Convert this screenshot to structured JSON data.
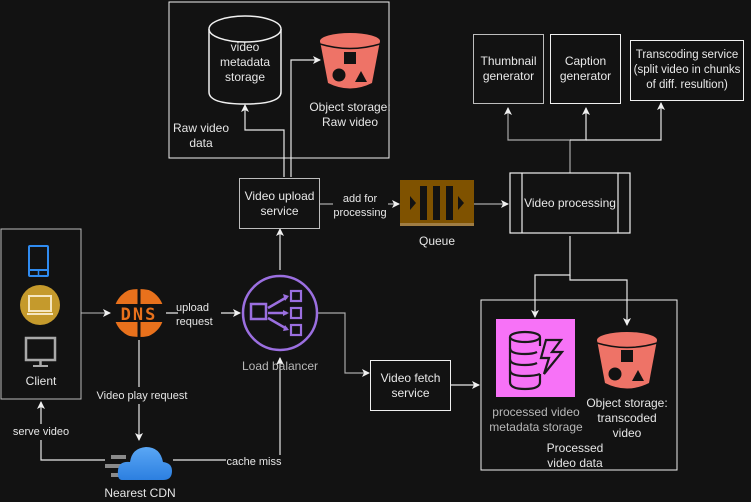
{
  "diagram": {
    "title": "Video streaming system design",
    "nodes": {
      "client": {
        "label": "Client",
        "icons": [
          "mobile-icon",
          "laptop-icon",
          "monitor-icon"
        ]
      },
      "dns": {
        "label": "DNS"
      },
      "load_balancer": {
        "label": "Load balancer"
      },
      "cdn": {
        "label": "Nearest CDN"
      },
      "video_upload_service": {
        "label": "Video upload service",
        "line1": "Video upload",
        "line2": "service"
      },
      "video_fetch_service": {
        "label": "Video fetch service",
        "line1": "Video fetch",
        "line2": "service"
      },
      "queue": {
        "label": "Queue"
      },
      "video_processing": {
        "label": "Video processing"
      },
      "thumbnail_generator": {
        "line1": "Thumbnail",
        "line2": "generator"
      },
      "caption_generator": {
        "line1": "Caption",
        "line2": "generator"
      },
      "transcoding_service": {
        "line1": "Transcoding service",
        "line2": "(split video in chunks",
        "line3": "of diff. resultion)"
      },
      "raw_group": {
        "line1": "Raw video",
        "line2": "data"
      },
      "video_metadata_storage": {
        "line1": "video",
        "line2": "metadata",
        "line3": "storage"
      },
      "raw_object_storage": {
        "line1": "Object storage:",
        "line2": "Raw video"
      },
      "processed_group": {
        "line1": "Processed",
        "line2": "video data"
      },
      "processed_metadata_storage": {
        "line1": "processed video",
        "line2": "metadata storage"
      },
      "transcoded_object_storage": {
        "line1": "Object storage:",
        "line2": "transcoded",
        "line3": "video"
      }
    },
    "edges": {
      "upload_request": {
        "line1": "upload",
        "line2": "request"
      },
      "add_for_processing": {
        "line1": "add for",
        "line2": "processing"
      },
      "video_play_request": "Video play request",
      "serve_video": "serve video",
      "cache_miss": "cache miss"
    },
    "colors": {
      "background": "#121212",
      "dns_orange": "#e8711c",
      "lb_purple": "#9b6fe0",
      "queue_brown": "#7f5200",
      "bucket_red": "#ee7367",
      "dynamo_pink": "#f772f7",
      "cdn_blue": "#3a8ee6",
      "mobile_blue": "#2f8bf0",
      "laptop_gold": "#c59a2c"
    }
  }
}
